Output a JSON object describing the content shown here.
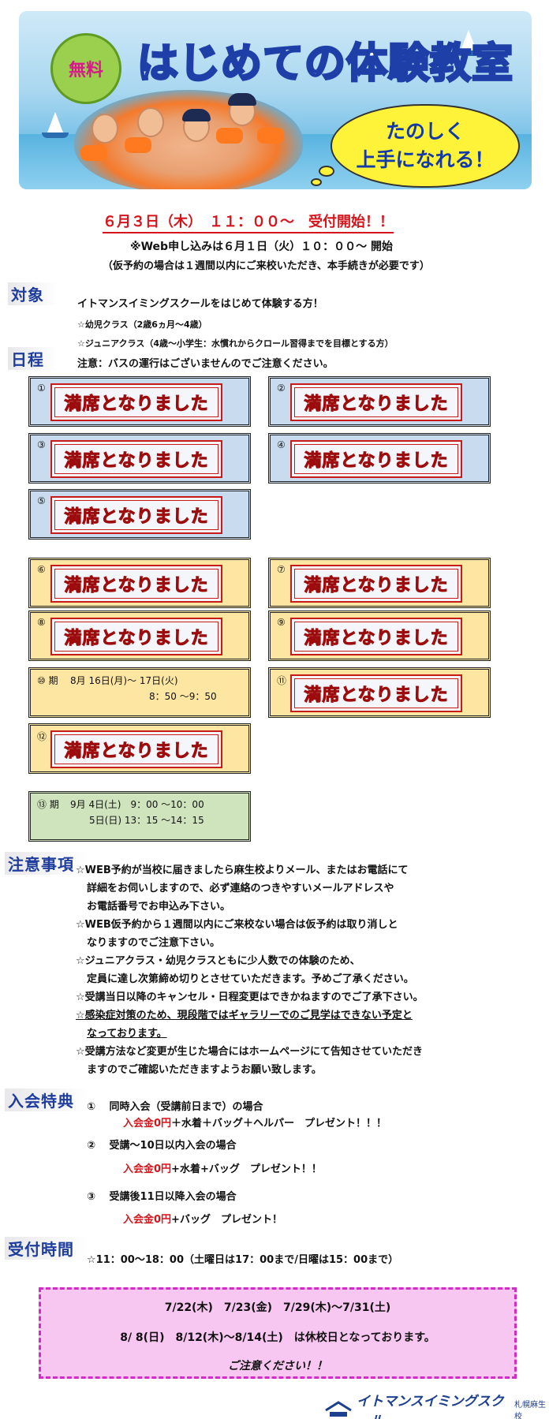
{
  "banner": {
    "free_badge": "無料",
    "title": "はじめての体験教室",
    "cloud_line1": "たのしく",
    "cloud_line2": "上手になれる！"
  },
  "intro": {
    "date_line": "６月３日（木）　１１：００～　受付開始！！",
    "web_line": "※Web申し込みは６月１日（火）１０：００～ 開始",
    "reserve_line": "（仮予約の場合は１週間以内にご来校いただき、本手続きが必要です）"
  },
  "target": {
    "label": "対象",
    "line1": "イトマンスイミングスクールをはじめて体験する方！",
    "line2": "☆幼児クラス（2歳6ヵ月～4歳）",
    "line3": "☆ジュニアクラス（4歳～小学生：水慣れからクロール習得までを目標とする方）"
  },
  "schedule": {
    "label": "日程",
    "note": "注意：バスの運行はございませんのでご注意ください。",
    "full_text": "満席となりました",
    "boxes": [
      {
        "num": "①",
        "color": "blue"
      },
      {
        "num": "②",
        "color": "blue"
      },
      {
        "num": "③",
        "color": "blue"
      },
      {
        "num": "④",
        "color": "blue"
      },
      {
        "num": "⑤",
        "color": "blue"
      },
      {
        "num": "⑥",
        "color": "yellow"
      },
      {
        "num": "⑦",
        "color": "yellow"
      },
      {
        "num": "⑧",
        "color": "yellow"
      },
      {
        "num": "⑨",
        "color": "yellow"
      },
      {
        "num": "⑩ 期",
        "color": "yellow",
        "line1": "8月 16日(月)～ 17日(火)",
        "line2": "8：50 ～9：50"
      },
      {
        "num": "⑪",
        "color": "yellow"
      },
      {
        "num": "⑫",
        "color": "yellow"
      },
      {
        "num": "⑬ 期",
        "color": "green",
        "line1": "9月 4日(土)　9：00 ～10：00",
        "line2": "5日(日) 13：15 ～14：15"
      }
    ]
  },
  "cautions": {
    "label": "注意事項",
    "lines": [
      "☆WEB予約が当校に届きましたら麻生校よりメール、またはお電話にて",
      "詳細をお伺いしますので、必ず連絡のつきやすいメールアドレスや",
      "お電話番号でお申込み下さい。",
      "☆WEB仮予約から１週間以内にご来校ない場合は仮予約は取り消しと",
      "なりますのでご注意下さい。",
      "☆ジュニアクラス・幼児クラスともに少人数での体験のため、",
      "定員に達し次第締め切りとさせていただきます。予めご了承ください。",
      "☆受講当日以降のキャンセル・日程変更はできかねますのでご了承下さい。",
      "☆感染症対策のため、現段階ではギャラリーでのご見学はできない予定と",
      "なっております。",
      "☆受講方法など変更が生じた場合にはホームページにて告知させていただき",
      "ますのでご確認いただきますようお願い致します。"
    ]
  },
  "perks": {
    "label": "入会特典",
    "items": [
      {
        "num": "①",
        "title": "同時入会（受講前日まで）の場合",
        "fee": "入会金0円",
        "rest": "＋水着＋バッグ＋ヘルパー　プレゼント！！！"
      },
      {
        "num": "②",
        "title": "受講～10日以内入会の場合",
        "fee": "入会金0円",
        "rest": "+水着+バッグ　プレゼント！！"
      },
      {
        "num": "③",
        "title": "受講後11日以降入会の場合",
        "fee": "入会金0円",
        "rest": "+バッグ　プレゼント！"
      }
    ]
  },
  "hours": {
    "label": "受付時間",
    "text": "☆11：00～18：00（土曜日は17：00まで/日曜は15：00まで）"
  },
  "notice": {
    "line1": "7/22(木)　7/23(金)　7/29(木)～7/31(土)",
    "line2": "8/ 8(日)　8/12(木)～8/14(土)　は休校日となっております。",
    "line3": "ご注意ください！！"
  },
  "footer": {
    "logo_text": "イトマンスイミングスクール",
    "logo_sub": "札幌麻生校"
  },
  "colors": {
    "heading_blue": "#1e3d9c",
    "accent_red": "#d5141c",
    "box_blue": "#c9dcef",
    "box_yellow": "#fde6a2",
    "box_green": "#cfe4bd",
    "notice_pink": "#f7c6f1"
  }
}
